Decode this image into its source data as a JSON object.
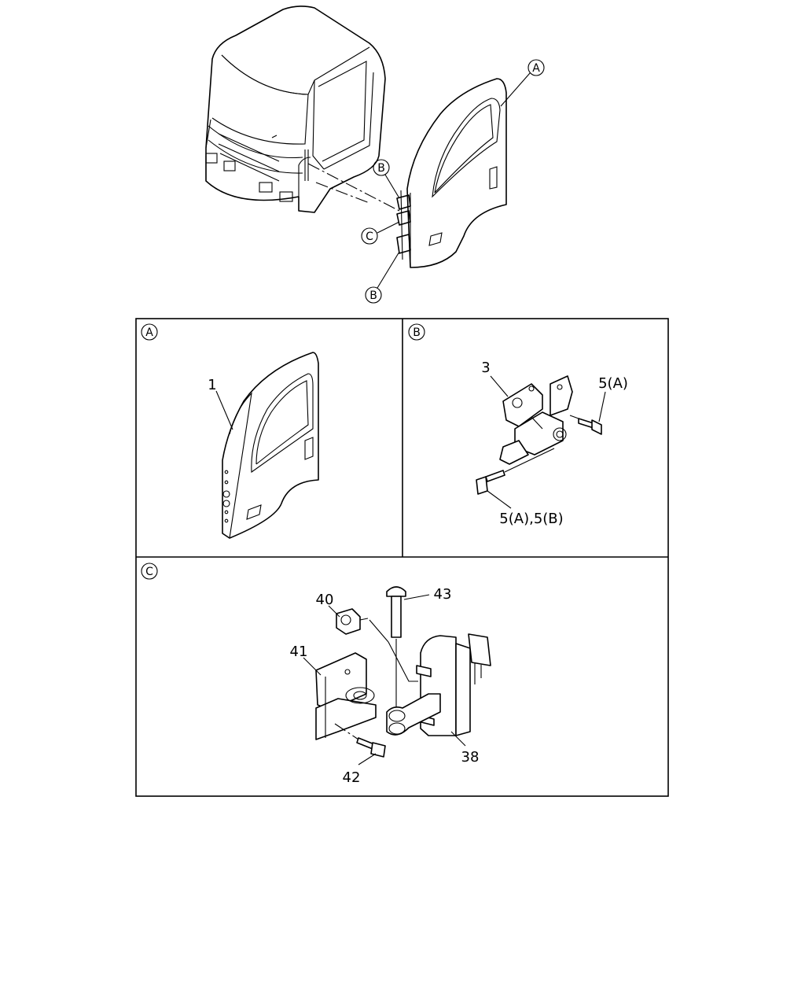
{
  "overview": {
    "callout_a": "A",
    "callout_b_top": "B",
    "callout_c": "C",
    "callout_b_bottom": "B"
  },
  "panel_a": {
    "tag": "A",
    "part_1": "1"
  },
  "panel_b": {
    "tag": "B",
    "part_3": "3",
    "part_5a": "5(A)",
    "part_5ab": "5(A),5(B)"
  },
  "panel_c": {
    "tag": "C",
    "part_40": "40",
    "part_43": "43",
    "part_41": "41",
    "part_42": "42",
    "part_38": "38"
  }
}
